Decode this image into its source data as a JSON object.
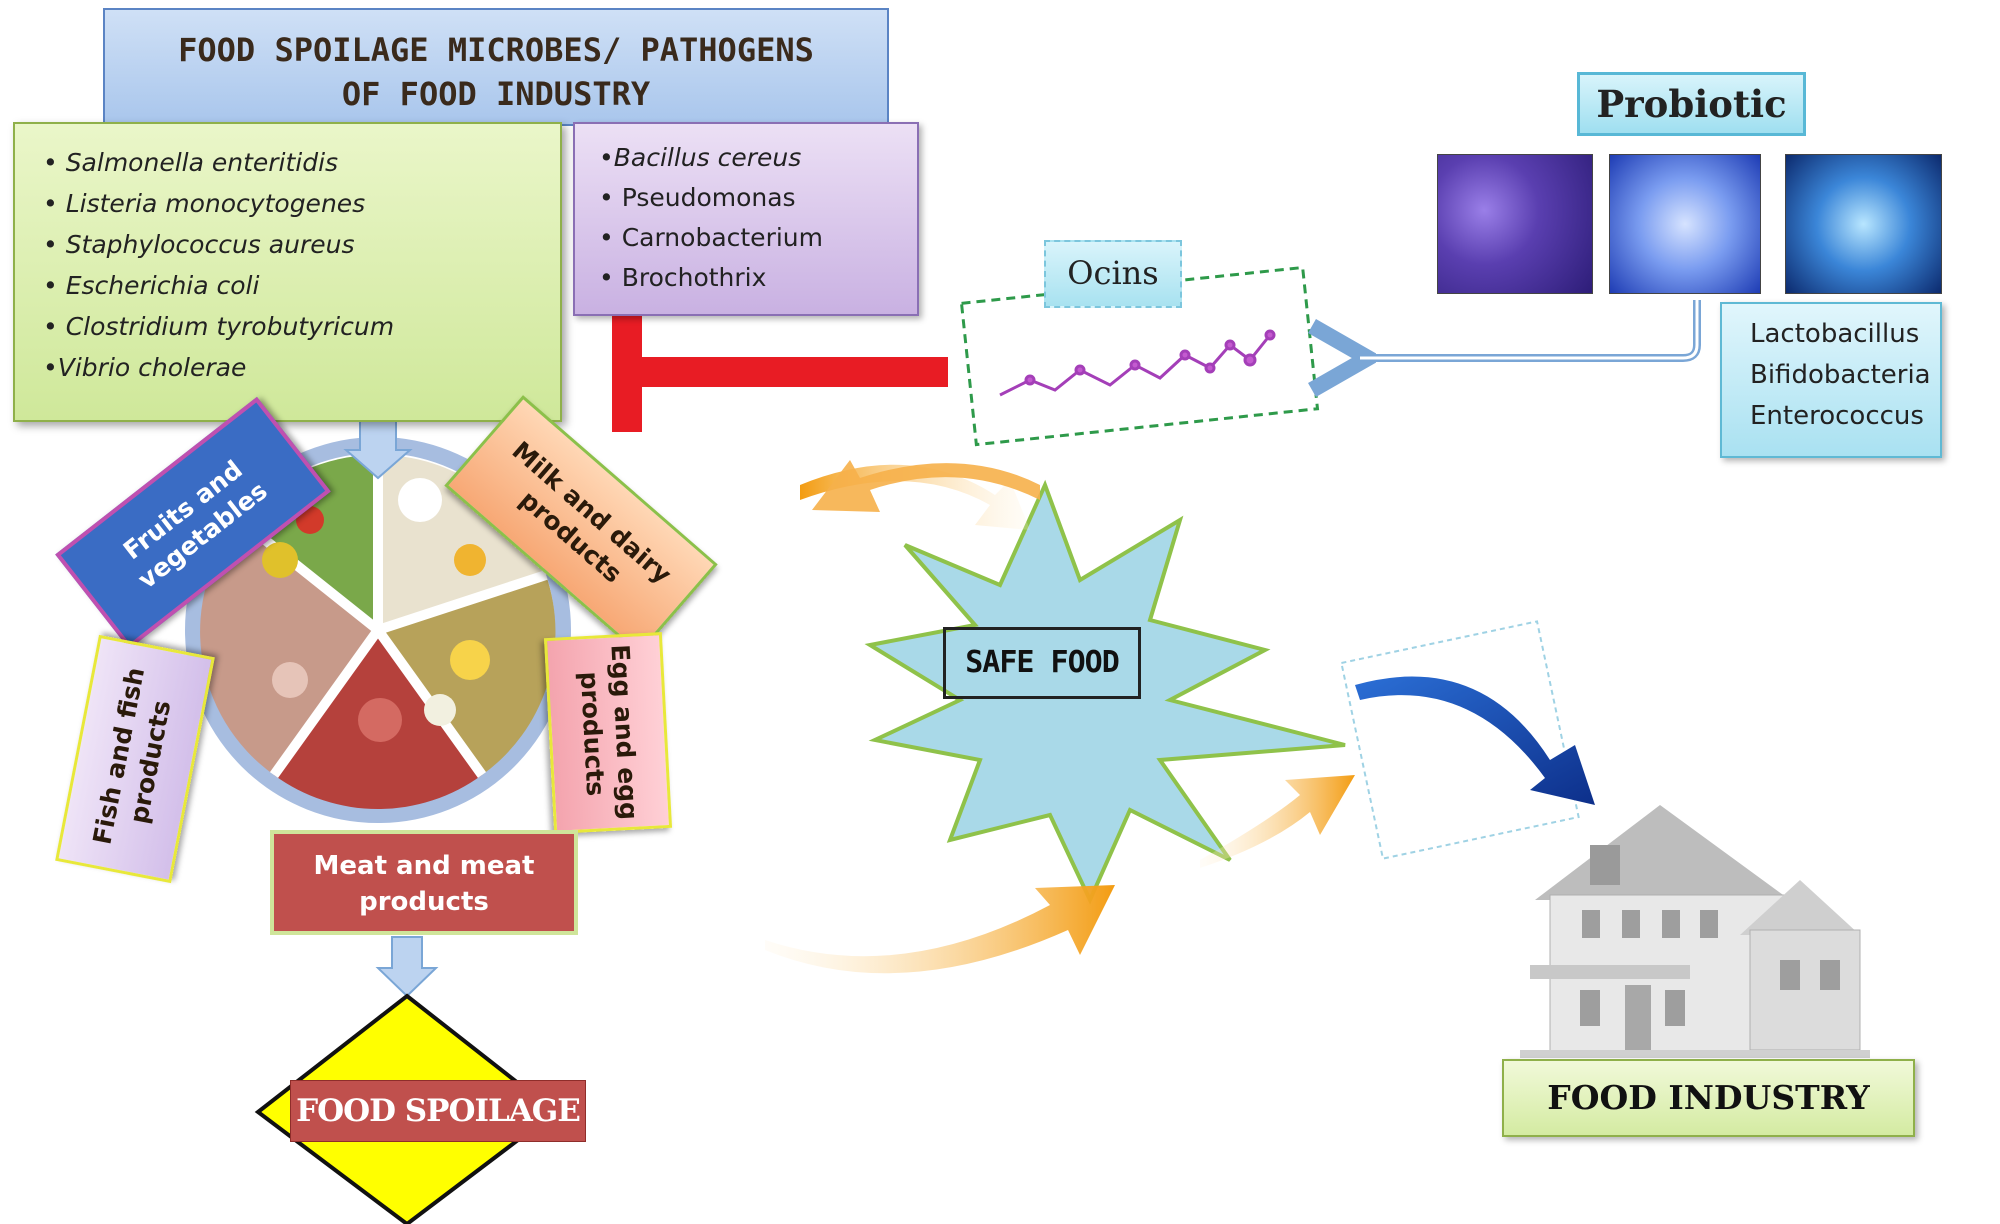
{
  "title": {
    "line1": "FOOD SPOILAGE MICROBES/ PATHOGENS",
    "line2": "OF FOOD INDUSTRY"
  },
  "pathogens_list": [
    "• Salmonella enteritidis",
    "• Listeria monocytogenes",
    "• Staphylococcus aureus",
    "• Escherichia coli",
    "• Clostridium tyrobutyricum",
    "•Vibrio cholerae"
  ],
  "spoilage_list": [
    "•Bacillus cereus",
    "• Pseudomonas",
    "• Carnobacterium",
    "• Brochothrix"
  ],
  "probiotic": {
    "label": "Probiotic",
    "genera": [
      "Lactobacillus",
      "Bifidobacteria",
      "Enterococcus"
    ]
  },
  "ocins_label": "Ocins",
  "safe_food_label": "SAFE FOOD",
  "food_categories": {
    "fruits": "Fruits and vegetables",
    "milk": "Milk and dairy products",
    "egg": "Egg and egg products",
    "fish": "Fish and fish products",
    "meat": "Meat and meat products"
  },
  "food_spoilage_label": "FOOD SPOILAGE",
  "food_industry_label": "FOOD INDUSTRY",
  "colors": {
    "inhibit_red": "#e81c24",
    "orange_arrow": "#f5a623",
    "blue_arrow": "#1f4fb8",
    "starburst_fill": "#a9d9e8",
    "starburst_stroke": "#8fc24a",
    "diamond_fill": "#ffff00"
  }
}
